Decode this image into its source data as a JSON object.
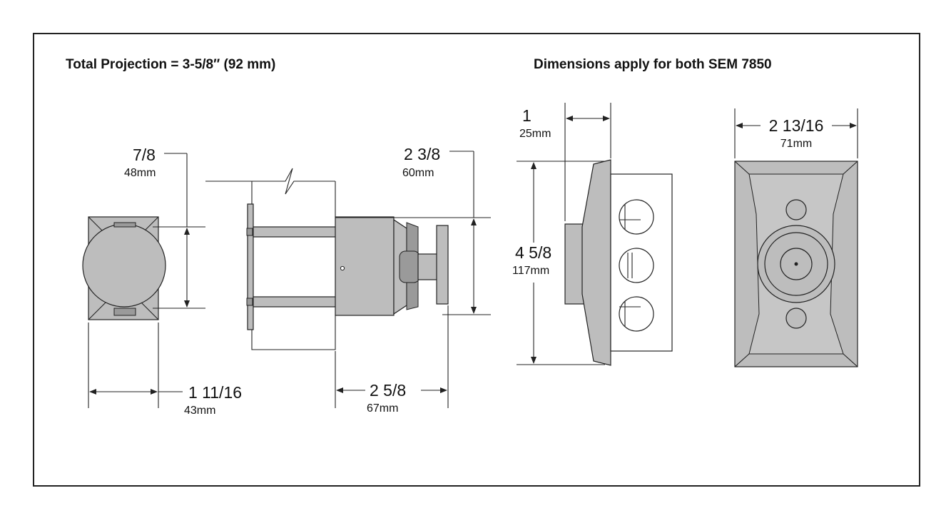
{
  "headers": {
    "left": "Total Projection = 3-5/8″ (92 mm)",
    "right": "Dimensions apply for both SEM 7850"
  },
  "dimensions": {
    "front_height": {
      "inch": "7/8",
      "mm": "48mm"
    },
    "front_width": {
      "inch": "1 11/16",
      "mm": "43mm"
    },
    "side_height": {
      "inch": "2 3/8",
      "mm": "60mm"
    },
    "side_projection": {
      "inch": "2 5/8",
      "mm": "67mm"
    },
    "plate_depth": {
      "inch": "1",
      "mm": "25mm"
    },
    "plate_height": {
      "inch": "4 5/8",
      "mm": "117mm"
    },
    "plate_width": {
      "inch": "2 13/16",
      "mm": "71mm"
    }
  },
  "colors": {
    "body": "#bdbdbd",
    "line": "#222222"
  }
}
